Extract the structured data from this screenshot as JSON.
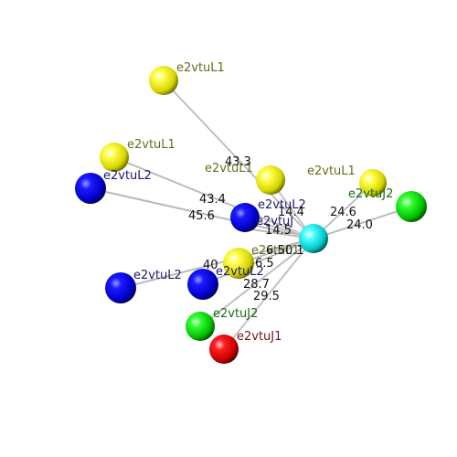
{
  "colors": {
    "yellow": "#ffff00",
    "blue": "#0000ff",
    "green": "#00ee00",
    "red": "#ff0000",
    "cyan": "#00ffff",
    "label_yellow": "#6b6b1c",
    "label_blue": "#1a1a6b",
    "label_green": "#1a6b1a",
    "label_red": "#6b1a1a",
    "bond": "#b4b4b4"
  },
  "center": {
    "color": "cyan"
  },
  "atoms": [
    {
      "label": "e2vtuL1",
      "color": "yellow"
    },
    {
      "label": "e2vtuL1",
      "color": "yellow"
    },
    {
      "label": "e2vtuL2",
      "color": "blue"
    },
    {
      "label": "e2vtuL1",
      "color": "yellow"
    },
    {
      "label": "e2vtuL1",
      "color": "yellow"
    },
    {
      "label": "e2vtuJ2",
      "color": "green"
    },
    {
      "label": "e2vtuL2",
      "color": "blue"
    },
    {
      "label": "e2vtuJ",
      "color": "blue"
    },
    {
      "label": "e2vtuL1",
      "color": "yellow"
    },
    {
      "label": "e2vtuL2",
      "color": "blue"
    },
    {
      "label": "e2vtuL2",
      "color": "blue"
    },
    {
      "label": "e2vtuJ2",
      "color": "green"
    },
    {
      "label": "e2vtuJ1",
      "color": "red"
    }
  ],
  "distances": [
    "43.3",
    "43.4",
    "45.6",
    "14.4",
    "14.5",
    "24.6",
    "24.0",
    "40",
    "28.7",
    "29.5",
    "6.5",
    "0.1",
    "6.5"
  ]
}
